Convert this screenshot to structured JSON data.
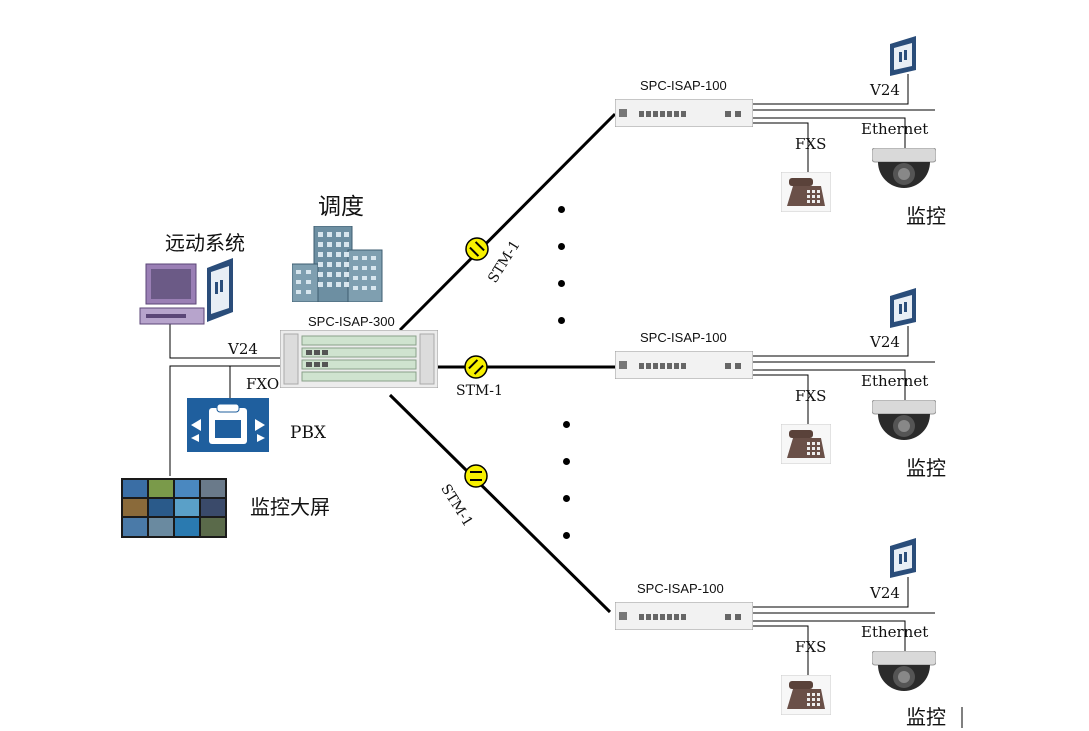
{
  "labels": {
    "dispatch": "调度",
    "telecontrol_system": "远动系统",
    "core_device": "SPC-ISAP-300",
    "pbx": "PBX",
    "video_wall": "监控大屏",
    "v24": "V24",
    "fxo": "FXO",
    "fxs": "FXS",
    "ethernet": "Ethernet",
    "monitor": "监控",
    "stm1": "STM-1",
    "remote_device": "SPC-ISAP-100"
  },
  "remote_sites": [
    {
      "device": "SPC-ISAP-100",
      "v24": "V24",
      "ethernet": "Ethernet",
      "fxs": "FXS",
      "camera_label": "监控"
    },
    {
      "device": "SPC-ISAP-100",
      "v24": "V24",
      "ethernet": "Ethernet",
      "fxs": "FXS",
      "camera_label": "监控"
    },
    {
      "device": "SPC-ISAP-100",
      "v24": "V24",
      "ethernet": "Ethernet",
      "fxs": "FXS",
      "camera_label": "监控"
    }
  ],
  "links": [
    "STM-1",
    "STM-1",
    "STM-1"
  ],
  "colors": {
    "line": "#000000",
    "connector": "#f7f000",
    "building": "#6d8fa2",
    "pbx": "#1f5f9e",
    "device": "#f2f2f2",
    "computer": "#9a7fb5"
  },
  "icons": [
    "building-icon",
    "computer-icon",
    "pbx-icon",
    "video-wall-icon",
    "server-rack-icon",
    "camera-icon",
    "phone-icon",
    "serial-terminal-icon"
  ]
}
